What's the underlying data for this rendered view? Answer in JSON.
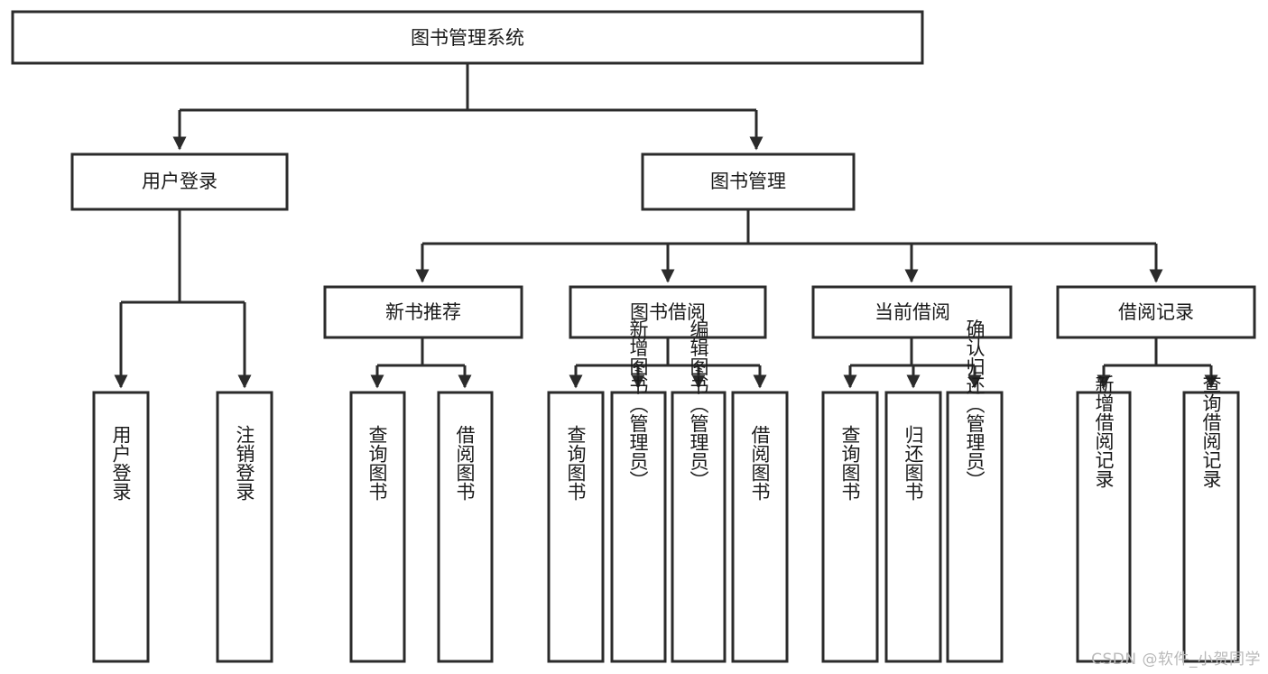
{
  "diagram": {
    "type": "tree-hierarchy",
    "title": "图书管理系统",
    "watermark": "CSDN @软件_小贺同学",
    "colors": {
      "box_stroke": "#2b2b2b",
      "box_fill": "#ffffff",
      "text": "#1a1a1a",
      "background": "#ffffff",
      "watermark": "#b9b9b9"
    },
    "root": {
      "label": "图书管理系统"
    },
    "level2": [
      {
        "label": "用户登录"
      },
      {
        "label": "图书管理"
      }
    ],
    "level3": [
      {
        "label": "新书推荐"
      },
      {
        "label": "图书借阅"
      },
      {
        "label": "当前借阅"
      },
      {
        "label": "借阅记录"
      }
    ],
    "leaves": {
      "user_login": [
        {
          "label": "用户登录"
        },
        {
          "label": "注销登录"
        }
      ],
      "new_book_recommend": [
        {
          "label": "查询图书"
        },
        {
          "label": "借阅图书"
        }
      ],
      "book_borrow": [
        {
          "label": "查询图书"
        },
        {
          "label": "新增图书（管理员）"
        },
        {
          "label": "编辑图书（管理员）"
        },
        {
          "label": "借阅图书"
        }
      ],
      "current_borrow": [
        {
          "label": "查询图书"
        },
        {
          "label": "归还图书"
        },
        {
          "label": "确认归还（管理员）"
        }
      ],
      "borrow_record": [
        {
          "label": "新增借阅记录"
        },
        {
          "label": "查询借阅记录"
        }
      ]
    }
  }
}
